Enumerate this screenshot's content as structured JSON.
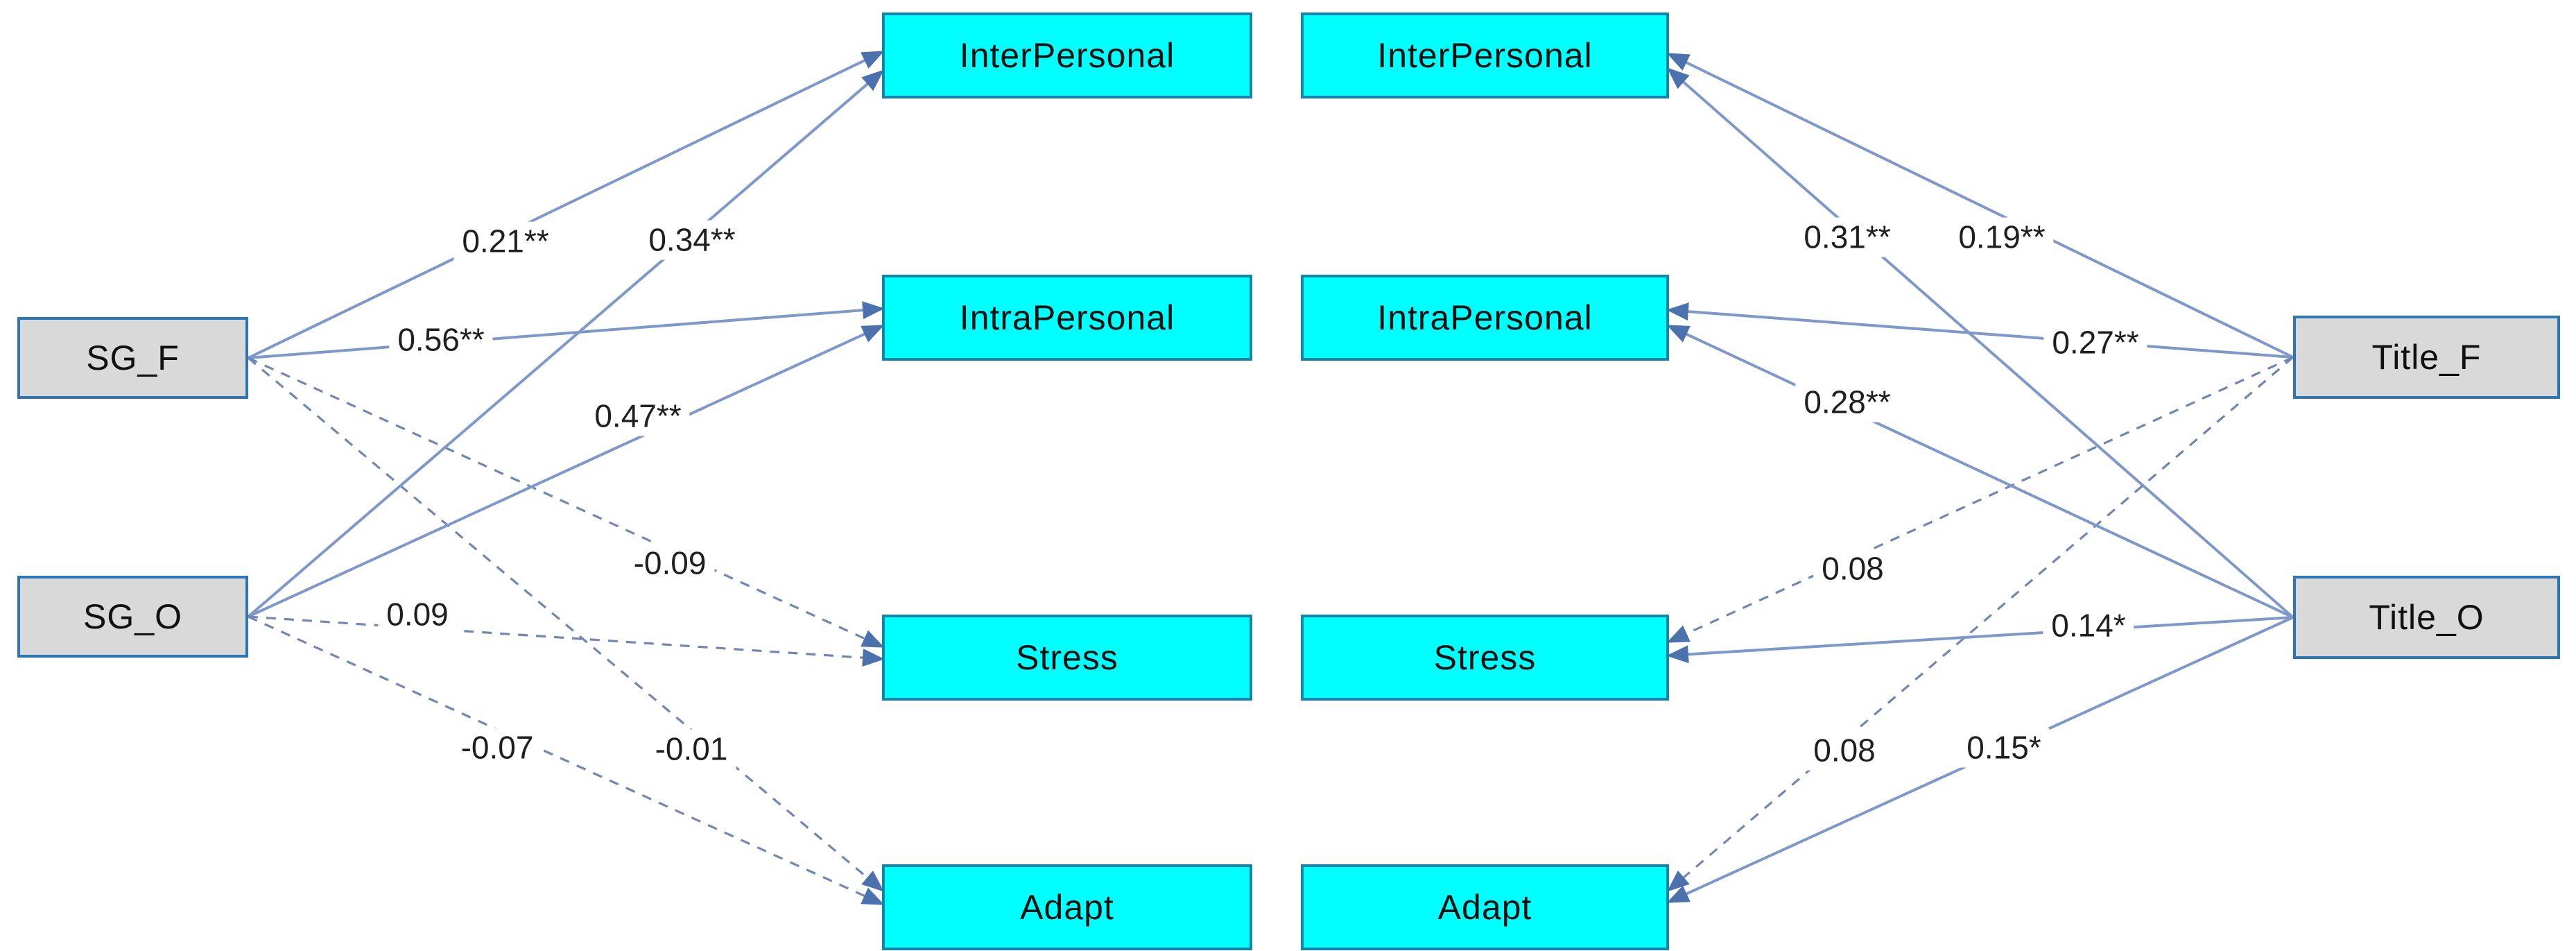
{
  "colors": {
    "outcome_fill": "#00ffff",
    "outcome_border": "#1585a5",
    "predictor_fill": "#d9d9d9",
    "predictor_border": "#2e75b6",
    "solid_path": "#7d98c9",
    "dashed_path": "#7286b4",
    "arrowhead": "#4b72ad",
    "label_text": "#1f1f1f"
  },
  "left_model": {
    "predictors": [
      {
        "label": "SG_F"
      },
      {
        "label": "SG_O"
      }
    ],
    "outcomes": [
      {
        "label": "InterPersonal"
      },
      {
        "label": "IntraPersonal"
      },
      {
        "label": "Stress"
      },
      {
        "label": "Adapt"
      }
    ],
    "paths": [
      {
        "from": "SG_F",
        "to": "InterPersonal",
        "coefficient": "0.21**",
        "line": "solid"
      },
      {
        "from": "SG_F",
        "to": "IntraPersonal",
        "coefficient": "0.56**",
        "line": "solid"
      },
      {
        "from": "SG_F",
        "to": "Stress",
        "coefficient": "-0.09",
        "line": "dashed"
      },
      {
        "from": "SG_F",
        "to": "Adapt",
        "coefficient": "-0.01",
        "line": "dashed"
      },
      {
        "from": "SG_O",
        "to": "InterPersonal",
        "coefficient": "0.34**",
        "line": "solid"
      },
      {
        "from": "SG_O",
        "to": "IntraPersonal",
        "coefficient": "0.47**",
        "line": "solid"
      },
      {
        "from": "SG_O",
        "to": "Stress",
        "coefficient": "0.09",
        "line": "dashed"
      },
      {
        "from": "SG_O",
        "to": "Adapt",
        "coefficient": "-0.07",
        "line": "dashed"
      }
    ]
  },
  "right_model": {
    "predictors": [
      {
        "label": "Title_F"
      },
      {
        "label": "Title_O"
      }
    ],
    "outcomes": [
      {
        "label": "InterPersonal"
      },
      {
        "label": "IntraPersonal"
      },
      {
        "label": "Stress"
      },
      {
        "label": "Adapt"
      }
    ],
    "paths": [
      {
        "from": "Title_F",
        "to": "InterPersonal",
        "coefficient": "0.19**",
        "line": "solid"
      },
      {
        "from": "Title_F",
        "to": "IntraPersonal",
        "coefficient": "0.27**",
        "line": "solid"
      },
      {
        "from": "Title_F",
        "to": "Stress",
        "coefficient": "0.08",
        "line": "dashed"
      },
      {
        "from": "Title_F",
        "to": "Adapt",
        "coefficient": "0.08",
        "line": "dashed"
      },
      {
        "from": "Title_O",
        "to": "InterPersonal",
        "coefficient": "0.31**",
        "line": "solid"
      },
      {
        "from": "Title_O",
        "to": "IntraPersonal",
        "coefficient": "0.28**",
        "line": "solid"
      },
      {
        "from": "Title_O",
        "to": "Stress",
        "coefficient": "0.14*",
        "line": "solid"
      },
      {
        "from": "Title_O",
        "to": "Adapt",
        "coefficient": "0.15*",
        "line": "solid"
      }
    ]
  }
}
